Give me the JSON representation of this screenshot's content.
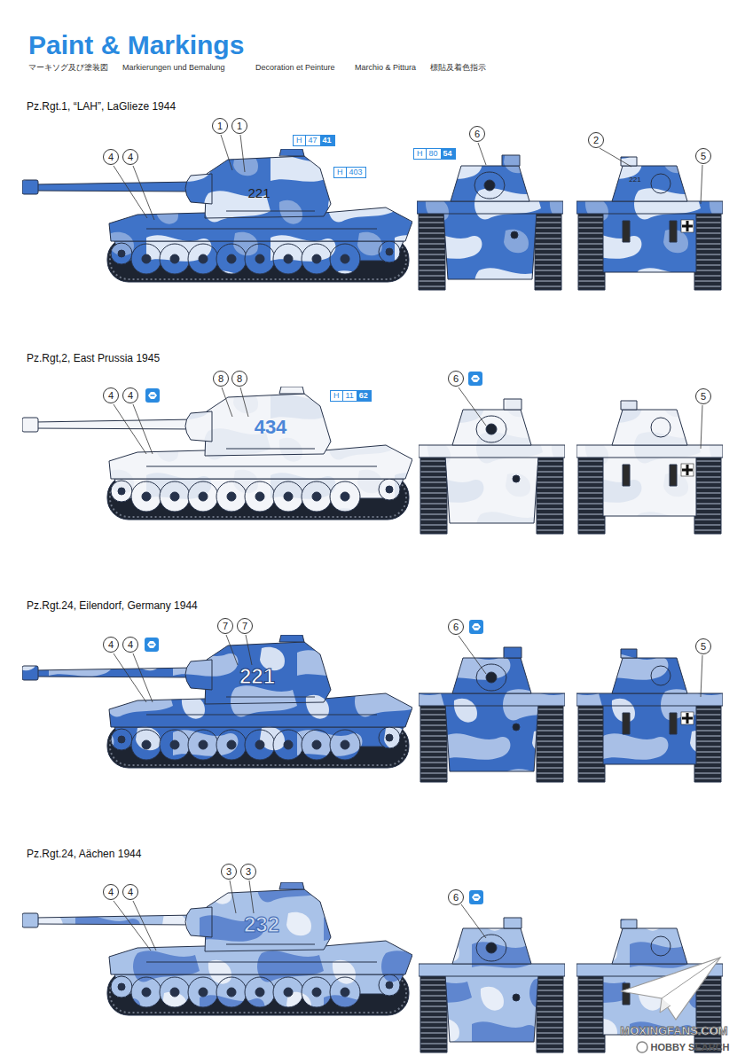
{
  "diagram": {
    "title": "Paint & Markings",
    "nodes": [
      {
        "text": [
          "1"
        ]
      },
      {
        "text": [
          "1"
        ]
      },
      {
        "text": [
          "H",
          "47",
          "41"
        ]
      },
      {
        "text": [
          "4"
        ]
      },
      {
        "text": [
          "4"
        ]
      },
      {
        "text": [
          "H",
          "403"
        ]
      },
      {
        "text": [
          "H",
          "80",
          "54"
        ]
      },
      {
        "text": [
          "6"
        ]
      },
      {
        "text": [
          "2"
        ]
      },
      {
        "text": [
          "5"
        ]
      },
      {
        "text": [
          "4"
        ]
      },
      {
        "text": [
          "4"
        ]
      },
      {
        "text": [
          "8"
        ]
      },
      {
        "text": [
          "8"
        ]
      },
      {
        "text": [
          "H",
          "11",
          "62"
        ]
      },
      {
        "text": [
          "6"
        ]
      },
      {
        "text": [
          "5"
        ]
      },
      {
        "text": [
          "4"
        ]
      },
      {
        "text": [
          "4"
        ]
      },
      {
        "text": [
          "7"
        ]
      },
      {
        "text": [
          "7"
        ]
      },
      {
        "text": [
          "6"
        ]
      },
      {
        "text": [
          "5"
        ]
      },
      {
        "text": [
          "4"
        ]
      },
      {
        "text": [
          "4"
        ]
      },
      {
        "text": [
          "3"
        ]
      },
      {
        "text": [
          "3"
        ]
      },
      {
        "text": [
          "6"
        ]
      }
    ],
    "labels": [
      "マーキソグ及び塗装図",
      "Markierungen und Bemalung",
      "Decoration et Peinture",
      "Marchio & Pittura",
      "標貼及着色指示",
      "Pz.Rgt.1, “LAH”, LaGlieze 1944",
      "221",
      "221",
      "Pz.Rgt,2, East Prussia 1945",
      "434",
      "Pz.Rgt.24, Eilendorf, Germany 1944",
      "221",
      "Pz.Rgt.24, Aächen 1944",
      "232",
      "MOXINGFANS.COM",
      "HOBBY SEARCH"
    ]
  }
}
